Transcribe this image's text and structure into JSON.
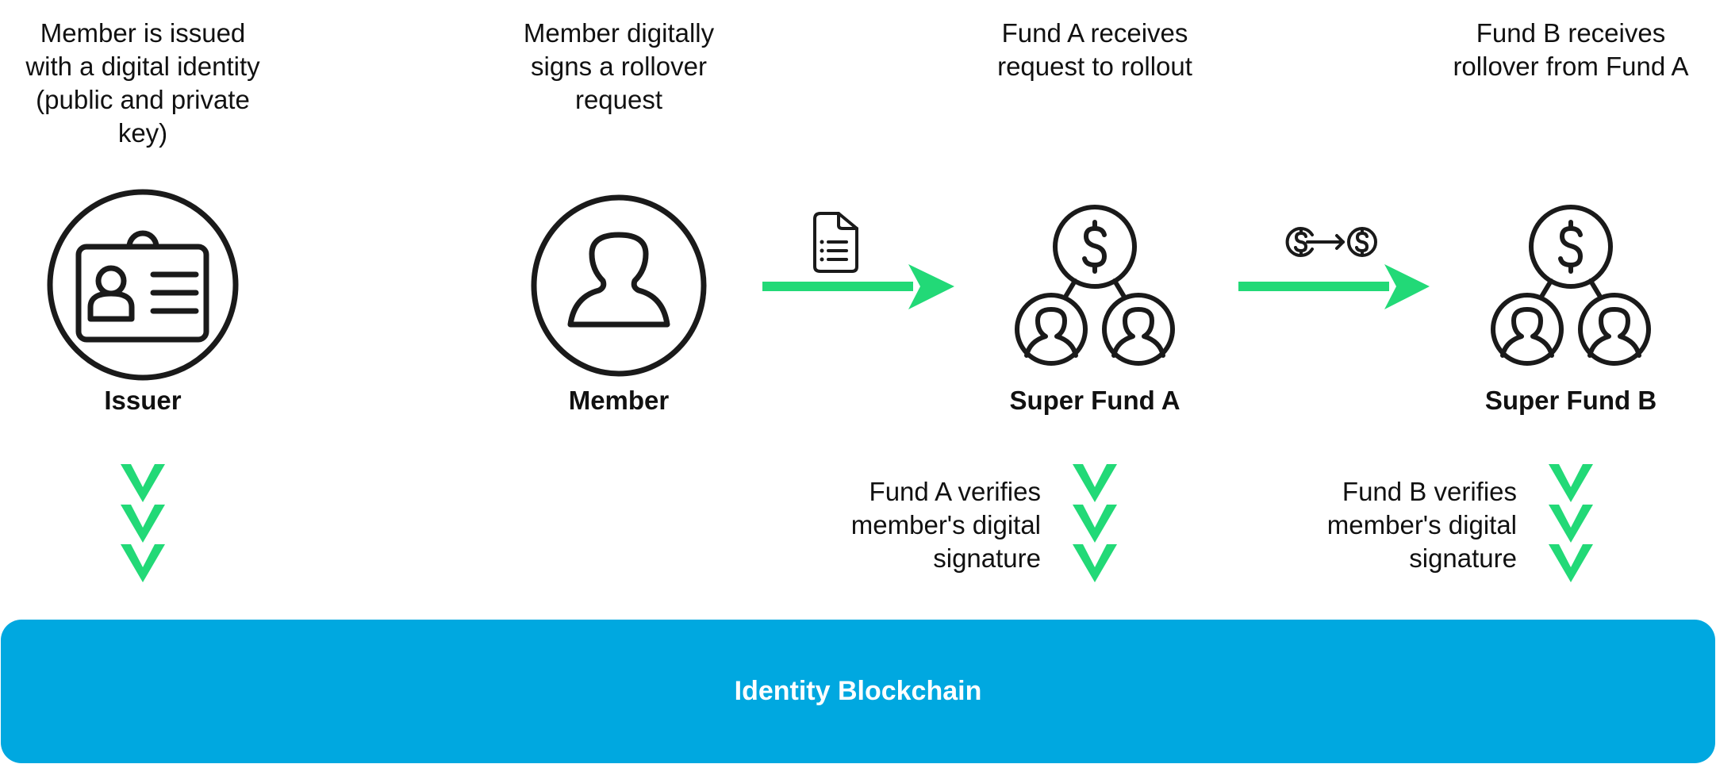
{
  "colors": {
    "accent_green": "#22D977",
    "blockchain_blue": "#00A8E0",
    "stroke": "#1A1A1A"
  },
  "steps": [
    {
      "id": "issuer",
      "caption": [
        "Member is issued",
        "with a digital identity",
        "(public and private",
        "key)"
      ],
      "label": "Issuer",
      "icon": "id-card-icon"
    },
    {
      "id": "member",
      "caption": [
        "Member digitally",
        "signs a rollover",
        "request"
      ],
      "label": "Member",
      "icon": "user-icon"
    },
    {
      "id": "fund_a",
      "caption": [
        "Fund A receives",
        "request to rollout"
      ],
      "label": "Super Fund A",
      "icon": "fund-network-icon",
      "verify": [
        "Fund A verifies",
        "member's digital",
        "signature"
      ]
    },
    {
      "id": "fund_b",
      "caption": [
        "Fund B receives",
        "rollover from Fund A"
      ],
      "label": "Super Fund B",
      "icon": "fund-network-icon",
      "verify": [
        "Fund B verifies",
        "member's digital",
        "signature"
      ]
    }
  ],
  "connectors": [
    {
      "from": "member",
      "to": "fund_a",
      "icon": "document-list-icon"
    },
    {
      "from": "fund_a",
      "to": "fund_b",
      "icon": "money-transfer-icon"
    }
  ],
  "blockchain": {
    "label": "Identity Blockchain"
  }
}
